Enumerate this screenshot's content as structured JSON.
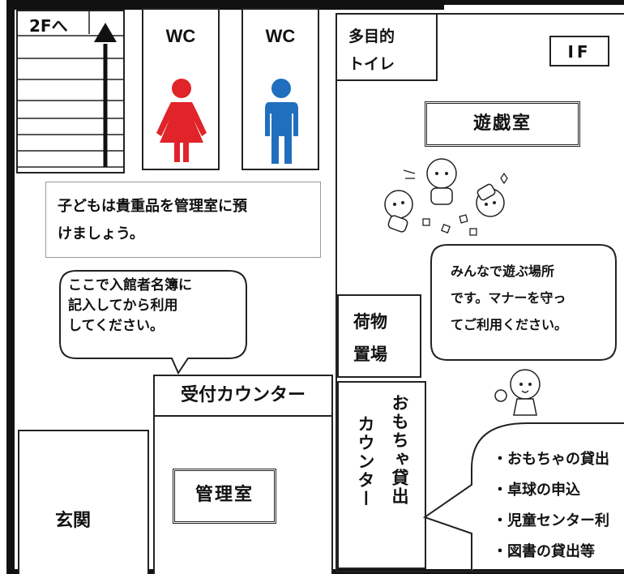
{
  "stairs": {
    "label": "2Fへ"
  },
  "wc_female": {
    "label": "WC"
  },
  "wc_male": {
    "label": "WC"
  },
  "multipurpose_toilet": {
    "line1": "多目的",
    "line2": "トイレ"
  },
  "floor": {
    "label": "IF"
  },
  "playroom": {
    "title": "遊戯室"
  },
  "notice_valuables": {
    "line1": "子どもは貴重品を管理室に預",
    "line2": "けましょう。"
  },
  "bubble_register": {
    "line1": "ここで入館者名簿に",
    "line2": "記入してから利用",
    "line3": "してください。"
  },
  "bubble_playroom": {
    "line1": "みんなで遊ぶ場所",
    "line2": "です。マナーを守っ",
    "line3": "てご利用ください。"
  },
  "luggage": {
    "line1": "荷物",
    "line2": "置場"
  },
  "reception": {
    "label": "受付カウンター"
  },
  "management_room": {
    "label": "管理室"
  },
  "entrance": {
    "label": "玄関"
  },
  "lending_counter": {
    "col1": "カウンター",
    "col2": "おもちゃ貸出"
  },
  "bubble_services": {
    "items": [
      "・おもちゃの貸出",
      "・卓球の申込",
      "・児童センター利",
      "・図書の貸出等"
    ]
  },
  "colors": {
    "female": "#e0242a",
    "male": "#1f6fbe",
    "wall": "#111111"
  }
}
